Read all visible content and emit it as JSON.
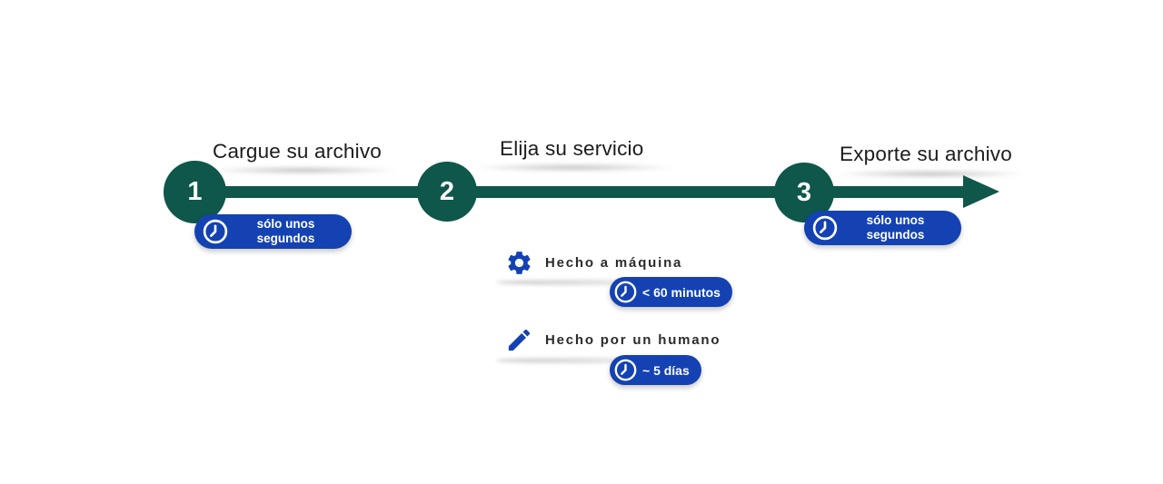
{
  "colors": {
    "green": "#0e574a",
    "blue": "#1442b3",
    "title_text": "#1c1c1c",
    "label_text": "#2b2b2b",
    "badge_text": "#ffffff",
    "background": "#ffffff"
  },
  "steps": [
    {
      "number": "1",
      "title": "Cargue su archivo",
      "badge_lines": [
        "sólo unos",
        "segundos"
      ]
    },
    {
      "number": "2",
      "title": "Elija su servicio"
    },
    {
      "number": "3",
      "title": "Exporte su archivo",
      "badge_lines": [
        "sólo unos",
        "segundos"
      ]
    }
  ],
  "services": [
    {
      "icon": "gear-icon",
      "label": "Hecho a máquina",
      "badge": "< 60 minutos"
    },
    {
      "icon": "pencil-icon",
      "label": "Hecho por un humano",
      "badge": "~ 5 días"
    }
  ]
}
